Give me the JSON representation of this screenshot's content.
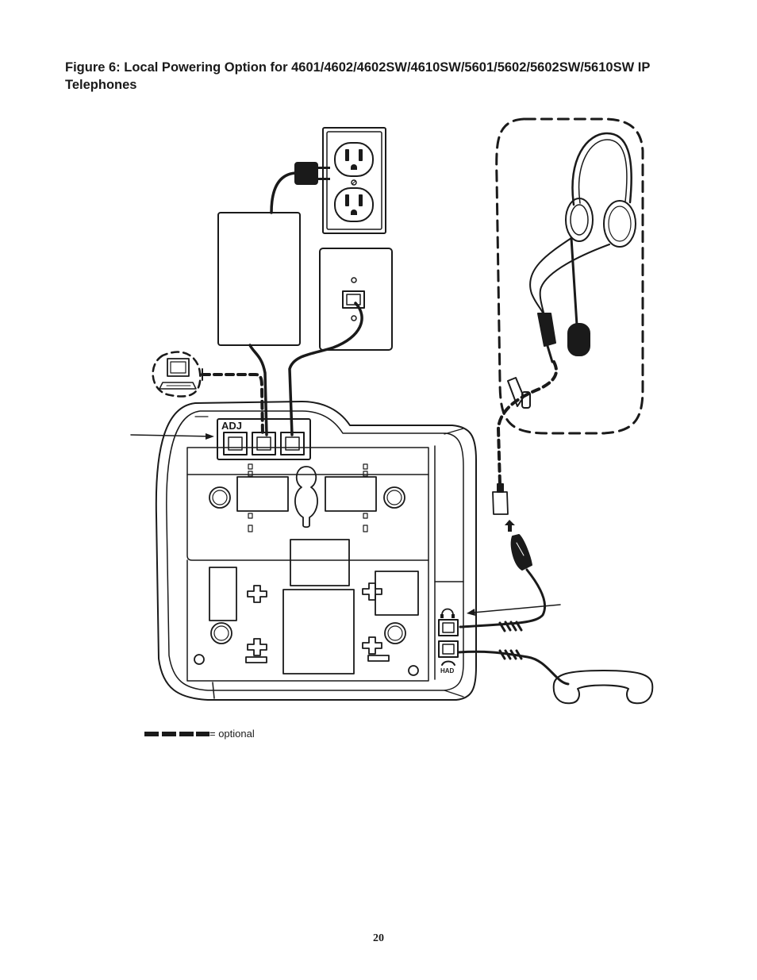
{
  "figure": {
    "title": "Figure 6: Local Powering Option for 4601/4602/4602SW/4610SW/5601/5602/5602SW/5610SW IP Telephones"
  },
  "diagram": {
    "port_label": "ADJ",
    "handset_jack_label": "HAD",
    "legend": {
      "dash_label": "= optional"
    },
    "icons": [
      "power-outlet-icon",
      "power-adapter-icon",
      "wall-jack-icon",
      "computer-icon",
      "headset-icon",
      "handset-icon",
      "headset-jack-icon",
      "handset-jack-icon"
    ],
    "colors": {
      "ink": "#1a1a1a",
      "paper": "#ffffff"
    }
  },
  "footer": {
    "page_number": "20"
  }
}
